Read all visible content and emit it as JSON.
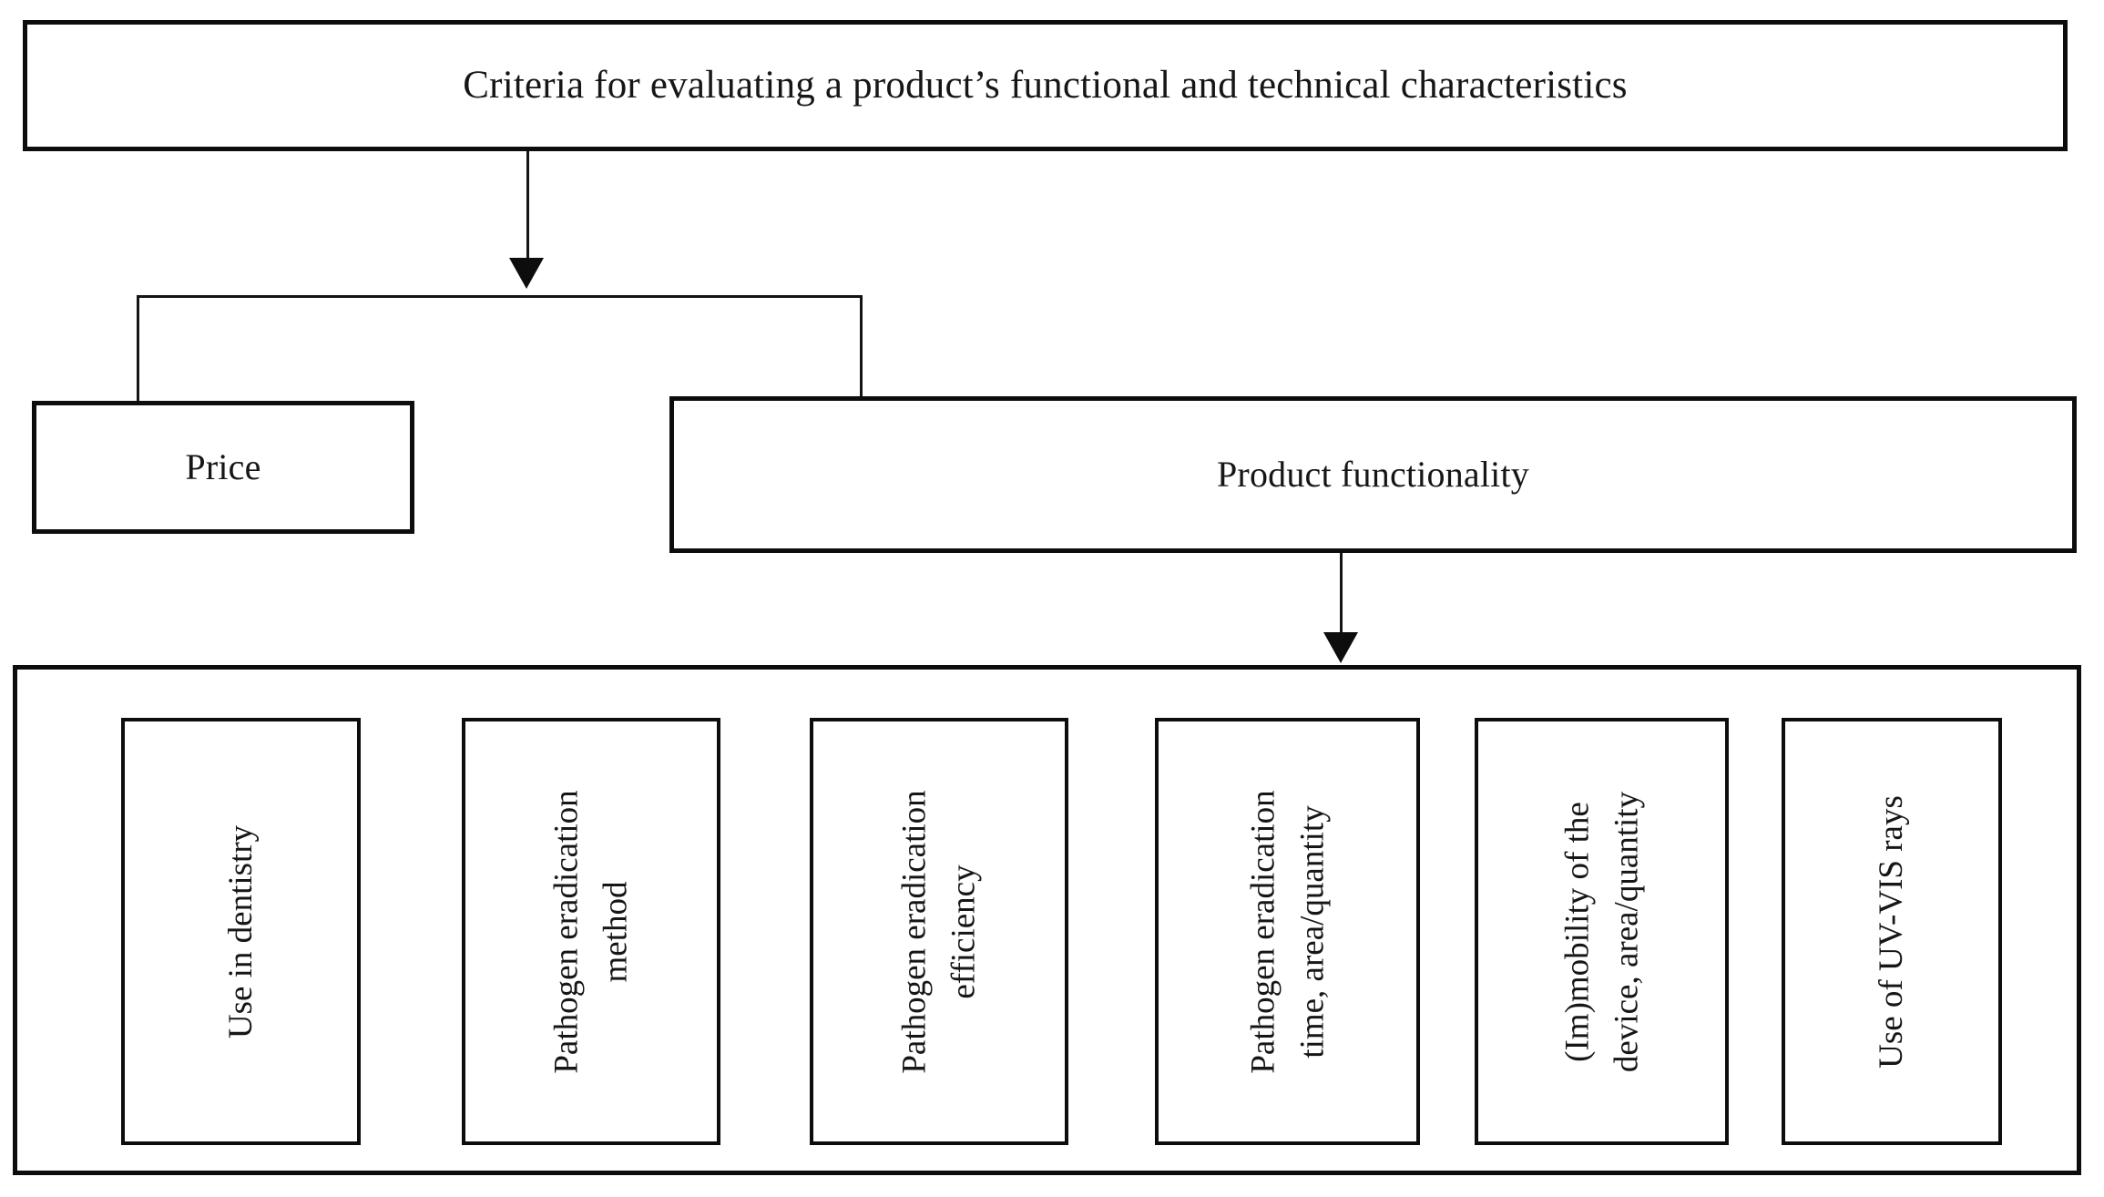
{
  "diagram": {
    "title_box": {
      "label": "Criteria for evaluating a product’s functional and technical characteristics"
    },
    "level2": [
      {
        "id": "price",
        "label": "Price"
      },
      {
        "id": "product-functionality",
        "label": "Product functionality"
      }
    ],
    "criteria": [
      {
        "id": "use-in-dentistry",
        "label": "Use in dentistry"
      },
      {
        "id": "pathogen-eradication-method",
        "label": "Pathogen eradication\nmethod"
      },
      {
        "id": "pathogen-eradication-efficiency",
        "label": "Pathogen eradication\nefficiency"
      },
      {
        "id": "pathogen-eradication-time",
        "label": "Pathogen eradication\ntime, area/quantity"
      },
      {
        "id": "immobility-of-device",
        "label": "(Im)mobility of the\ndevice, area/quantity"
      },
      {
        "id": "use-of-uv-vis-rays",
        "label": "Use of UV-VIS rays"
      }
    ],
    "colors": {
      "border": "#0d0d0d",
      "text": "#161616",
      "background": "#ffffff",
      "connector": "#141414"
    }
  }
}
